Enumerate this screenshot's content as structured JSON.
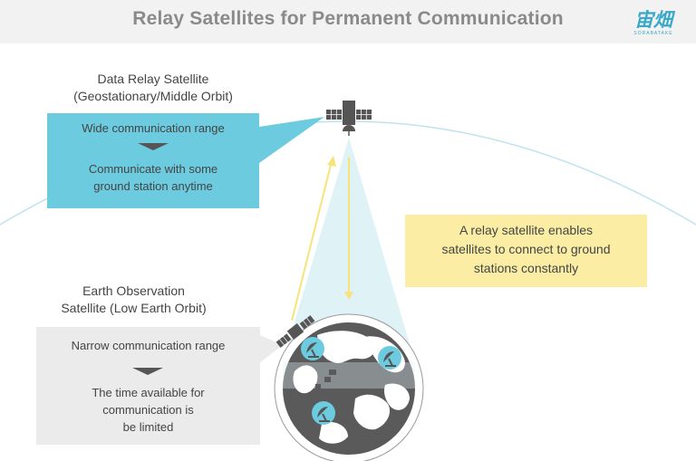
{
  "header": {
    "title": "Relay Satellites for Permanent Communication",
    "logo_text": "宙畑",
    "logo_subtext": "SORABATAKE"
  },
  "relay_satellite": {
    "heading_line1": "Data Relay Satellite",
    "heading_line2": "(Geostationary/Middle Orbit)",
    "callout_line1": "Wide communication range",
    "callout_line2": "Communicate with some",
    "callout_line3": "ground station anytime"
  },
  "observation_satellite": {
    "heading_line1": "Earth Observation",
    "heading_line2": "Satellite (Low Earth Orbit)",
    "callout_line1": "Narrow communication range",
    "callout_line2": "The time available for",
    "callout_line3": "communication is",
    "callout_line4": "be limited"
  },
  "note": {
    "line1": "A relay satellite enables",
    "line2": "satellites to connect to ground",
    "line3": "stations constantly"
  },
  "colors": {
    "blue_callout": "#6ccbdf",
    "gray_callout": "#ebebeb",
    "yellow_note": "#fbeea4",
    "arrow_yellow": "#f7e37a",
    "beam": "#dff2f6",
    "earth_dark": "#5a5a5a",
    "orbit_line": "#bfe3ee"
  },
  "icons": [
    "relay-satellite-icon",
    "observation-satellite-icon",
    "ground-station-icon",
    "down-arrow-icon"
  ]
}
